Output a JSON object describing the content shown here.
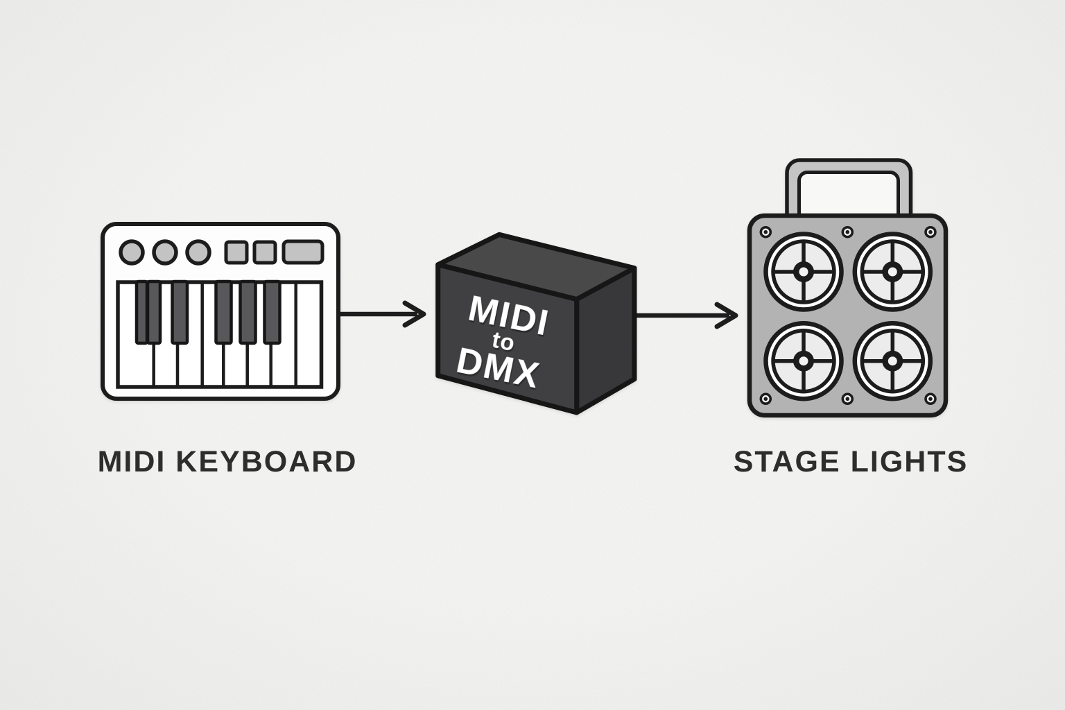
{
  "diagram": {
    "type": "flow-diagram",
    "background": "#f8f8f6",
    "nodes": [
      {
        "id": "midi-keyboard",
        "label": "MIDI KEYBOARD",
        "icon": "midi-keyboard-icon"
      },
      {
        "id": "midi-to-dmx-converter",
        "icon": "3d-box-icon",
        "line1": "MIDI",
        "line2": "to",
        "line3": "DMX"
      },
      {
        "id": "stage-lights",
        "label": "STAGE LIGHTS",
        "icon": "stage-lights-icon"
      }
    ],
    "connections": [
      {
        "from": "midi-keyboard",
        "to": "midi-to-dmx-converter",
        "style": "arrow-right"
      },
      {
        "from": "midi-to-dmx-converter",
        "to": "stage-lights",
        "style": "arrow-right"
      }
    ],
    "colors": {
      "outline": "#1a1a1a",
      "arrow": "#1d1d1d",
      "box_front": "#414143",
      "box_top": "#48484a",
      "box_side": "#39393b",
      "box_text": "#ffffff",
      "keyboard_body": "#fdfdfd",
      "panel_control_gray": "#c3c3c3",
      "black_key_gray": "#58585a",
      "light_body_gray": "#b3b3b3",
      "light_lens_gray": "#ececec",
      "label_text": "#2d2d2d"
    }
  }
}
